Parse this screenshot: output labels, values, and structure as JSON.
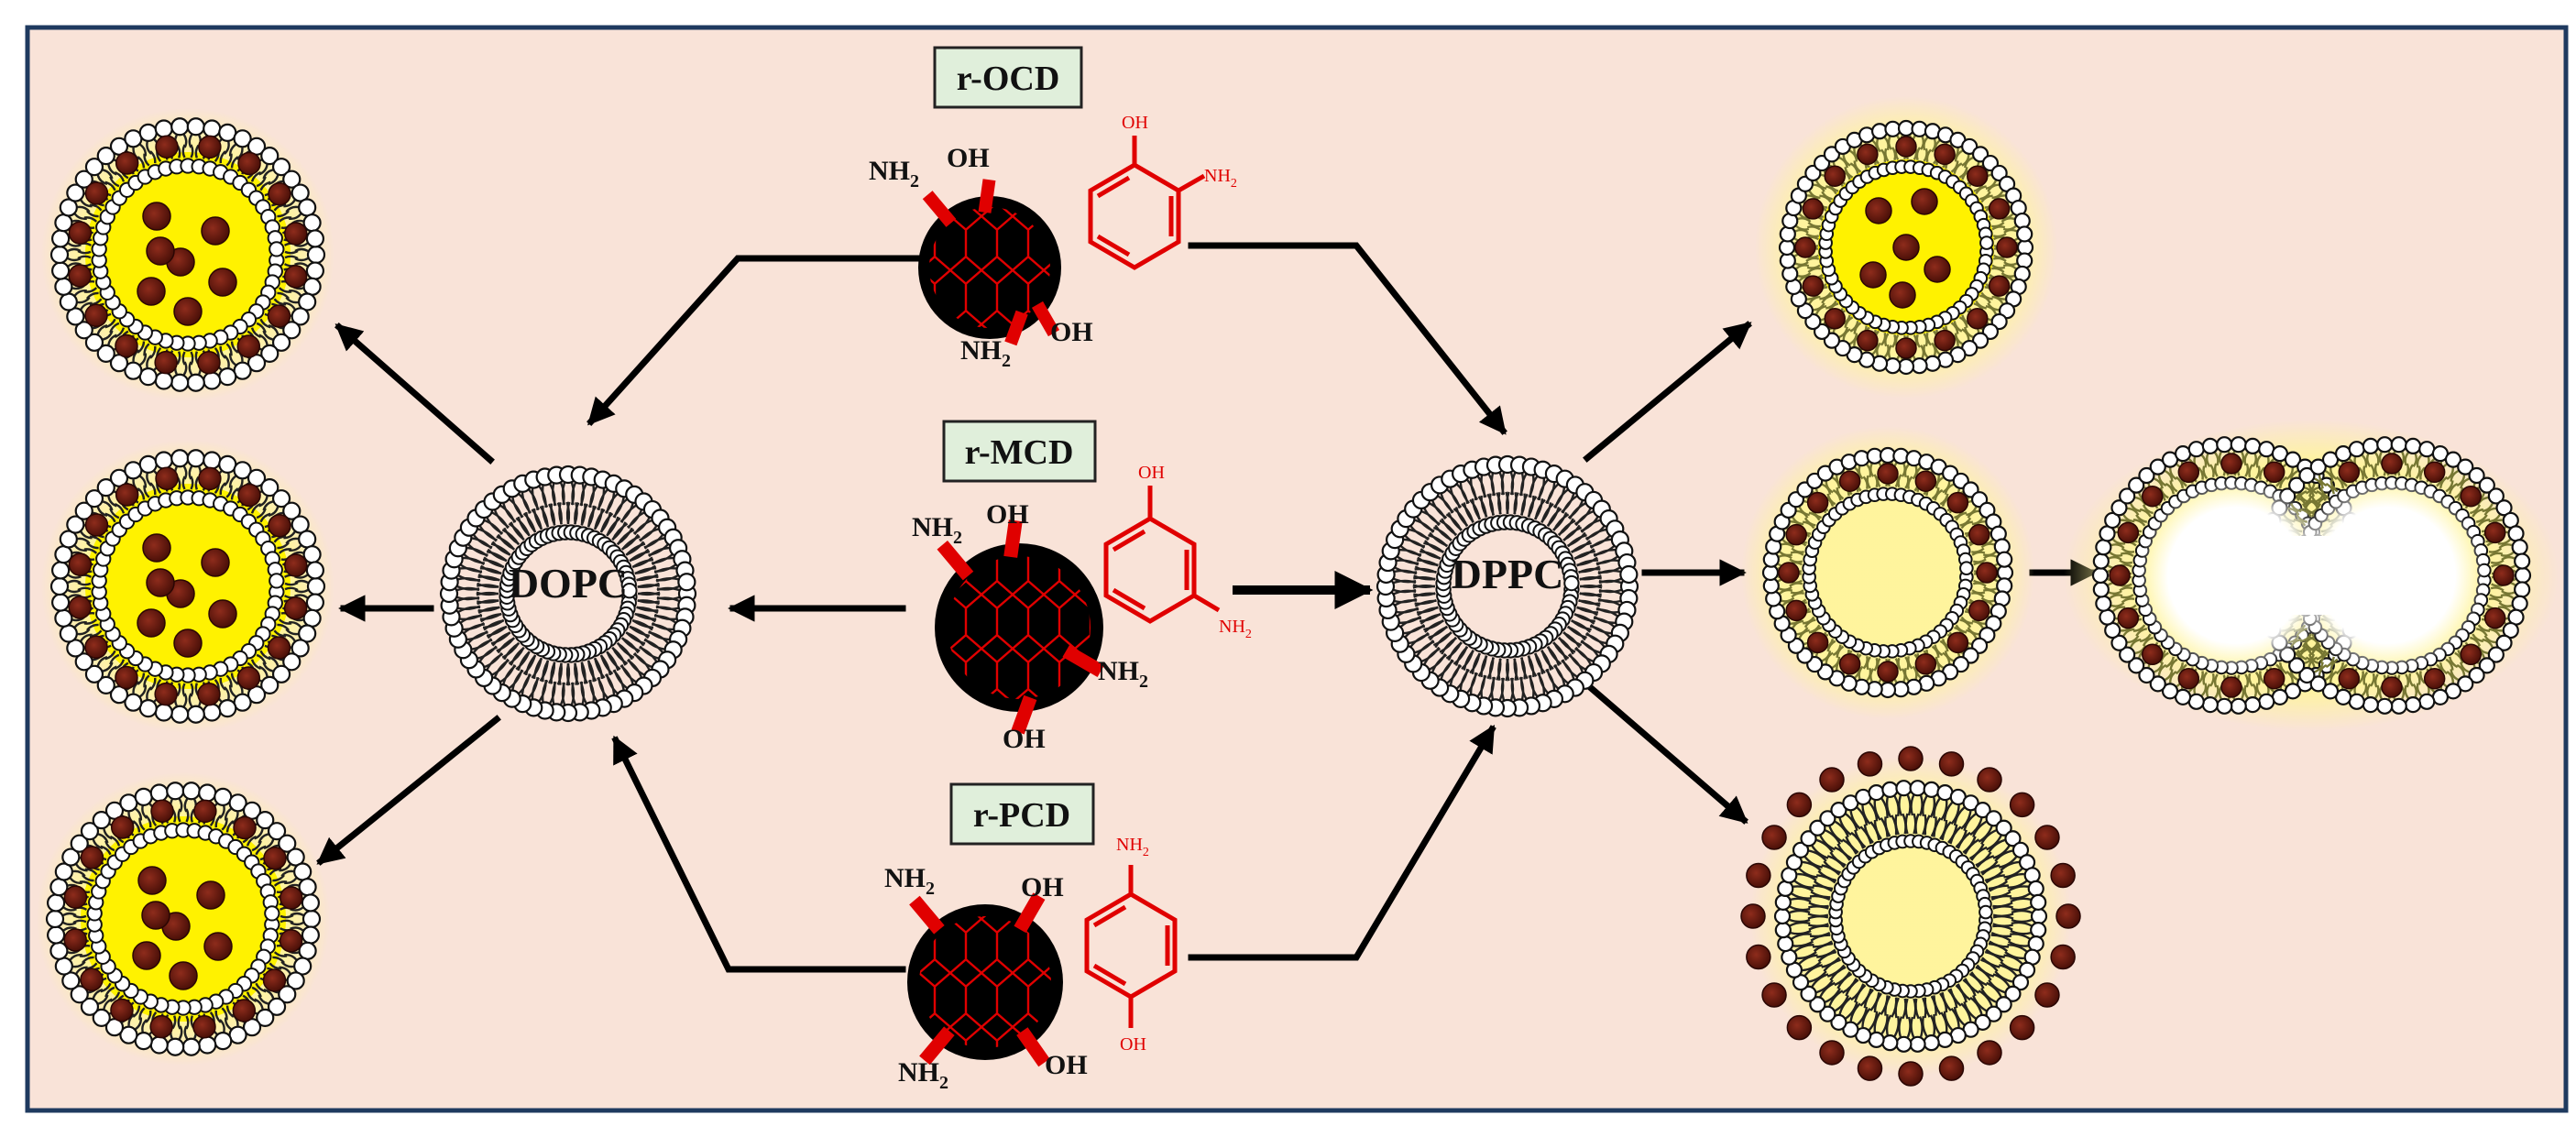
{
  "boxes": {
    "ocd": "r-OCD",
    "mcd": "r-MCD",
    "pcd": "r-PCD"
  },
  "membranes": {
    "dopc": "DOPC",
    "dppc": "DPPC"
  },
  "groups": {
    "nh2": "NH",
    "oh": "OH",
    "sub": "2"
  },
  "colors": {
    "background": "#f9e3d8",
    "border": "#1f3a5f",
    "label_box_fill": "#e0efdb",
    "carbon_dot": "#000000",
    "molecule_red": "#e00000",
    "core_yellow": "#fff200",
    "particle_brown": "#6b1c10",
    "lipid_tail_yellow": "#d8d870"
  }
}
